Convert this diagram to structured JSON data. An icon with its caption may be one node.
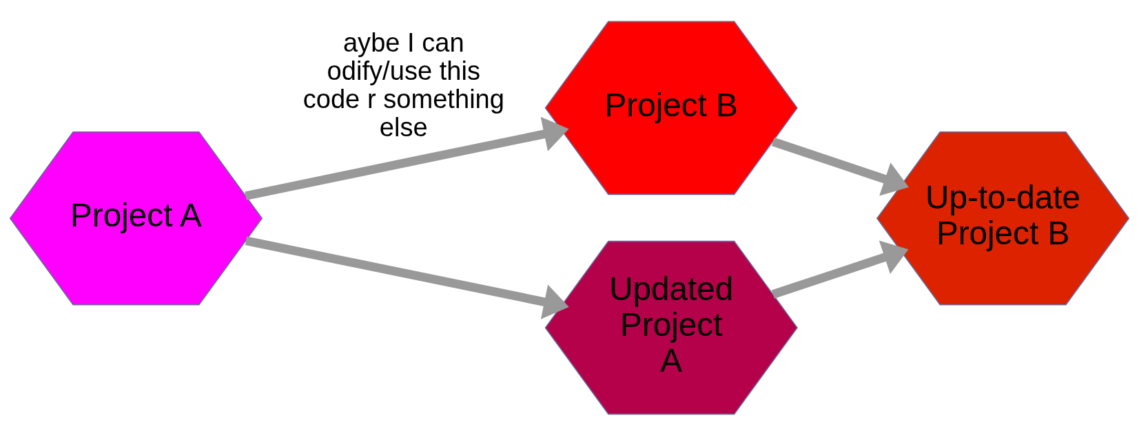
{
  "diagram": {
    "nodes": [
      {
        "text": [
          "Project A"
        ]
      },
      {
        "text": [
          "Project B"
        ]
      },
      {
        "text": [
          "Updated Project A"
        ]
      },
      {
        "text": [
          "Up-to-date Project B"
        ]
      }
    ],
    "edges": [
      {
        "from": 0,
        "to": 1,
        "arrow": "to",
        "label": "aybe I can odify/use this code r something else"
      },
      {
        "from": 1,
        "to": 3,
        "arrow": "to"
      },
      {
        "from": 0,
        "to": 2,
        "arrow": "to"
      },
      {
        "from": 2,
        "to": 3,
        "arrow": "to"
      }
    ]
  }
}
